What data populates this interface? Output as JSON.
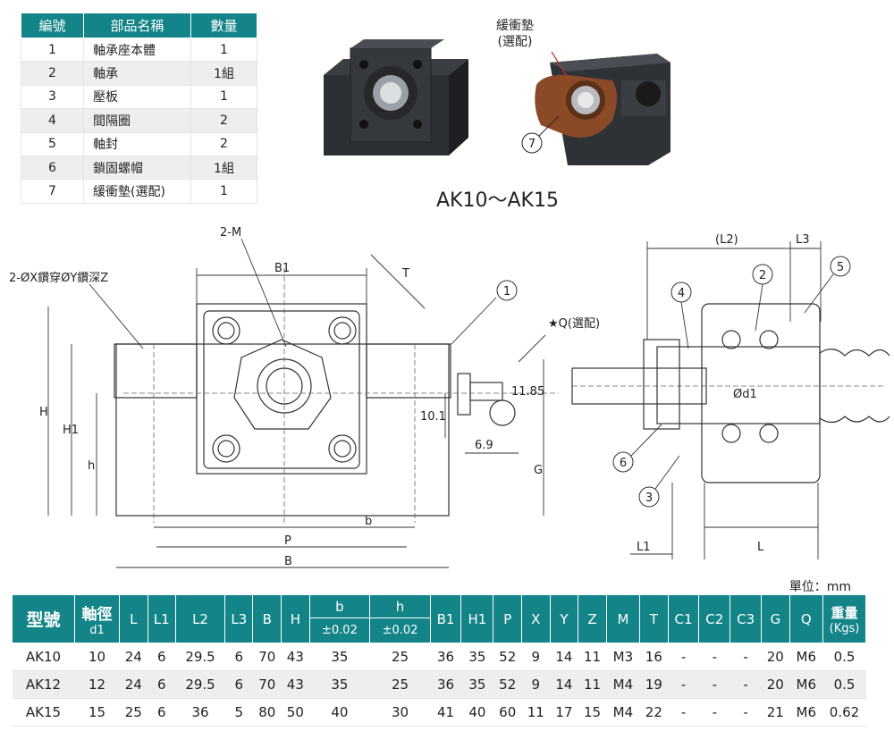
{
  "parts_table": {
    "headers": [
      "編號",
      "部品名稱",
      "數量"
    ],
    "rows": [
      {
        "no": "1",
        "name": "軸承座本體",
        "qty": "1"
      },
      {
        "no": "2",
        "name": "軸承",
        "qty": "1組"
      },
      {
        "no": "3",
        "name": "壓板",
        "qty": "1"
      },
      {
        "no": "4",
        "name": "間隔圈",
        "qty": "2"
      },
      {
        "no": "5",
        "name": "軸封",
        "qty": "2"
      },
      {
        "no": "6",
        "name": "鎖固螺帽",
        "qty": "1組"
      },
      {
        "no": "7",
        "name": "緩衝墊(選配)",
        "qty": "1"
      }
    ]
  },
  "photos": {
    "cushion_label_line1": "緩衝墊",
    "cushion_label_line2": "(選配)",
    "cushion_marker": "7",
    "model_range": "AK10～AK15"
  },
  "drawing": {
    "labels": {
      "hole_spec": "2-ØX鑽穿ØY鑽深Z",
      "screw": "2-M",
      "b1": "B1",
      "t": "T",
      "h_cap": "H",
      "h1": "H1",
      "h_low": "h",
      "b_low": "b",
      "p": "P",
      "b_cap": "B",
      "q_option": "★Q(選配)",
      "dim_1185": "11.85",
      "dim_101": "10.1",
      "dim_69": "6.9",
      "g": "G",
      "l2": "(L2)",
      "l3": "L3",
      "od1": "Ød1",
      "l1": "L1",
      "l": "L",
      "m1": "1",
      "m2": "2",
      "m3": "3",
      "m4": "4",
      "m5": "5",
      "m6": "6"
    },
    "colors": {
      "line": "#333333",
      "center": "#555555",
      "accent": "#138487"
    }
  },
  "spec_table": {
    "unit_label": "單位：mm",
    "headers": {
      "model": "型號",
      "d1_main": "軸徑",
      "d1_sub": "d1",
      "L": "L",
      "L1": "L1",
      "L2": "L2",
      "L3": "L3",
      "B": "B",
      "H": "H",
      "b": "b",
      "b_tol": "±0.02",
      "h": "h",
      "h_tol": "±0.02",
      "B1": "B1",
      "H1": "H1",
      "P": "P",
      "X": "X",
      "Y": "Y",
      "Z": "Z",
      "M": "M",
      "T": "T",
      "C1": "C1",
      "C2": "C2",
      "C3": "C3",
      "G": "G",
      "Q": "Q",
      "weight_main": "重量",
      "weight_sub": "(Kgs)"
    },
    "rows": [
      {
        "model": "AK10",
        "d1": "10",
        "L": "24",
        "L1": "6",
        "L2": "29.5",
        "L3": "6",
        "B": "70",
        "H": "43",
        "b": "35",
        "h": "25",
        "B1": "36",
        "H1": "35",
        "P": "52",
        "X": "9",
        "Y": "14",
        "Z": "11",
        "M": "M3",
        "T": "16",
        "C1": "-",
        "C2": "-",
        "C3": "-",
        "G": "20",
        "Q": "M6",
        "weight": "0.5"
      },
      {
        "model": "AK12",
        "d1": "12",
        "L": "24",
        "L1": "6",
        "L2": "29.5",
        "L3": "6",
        "B": "70",
        "H": "43",
        "b": "35",
        "h": "25",
        "B1": "36",
        "H1": "35",
        "P": "52",
        "X": "9",
        "Y": "14",
        "Z": "11",
        "M": "M4",
        "T": "19",
        "C1": "-",
        "C2": "-",
        "C3": "-",
        "G": "20",
        "Q": "M6",
        "weight": "0.5"
      },
      {
        "model": "AK15",
        "d1": "15",
        "L": "25",
        "L1": "6",
        "L2": "36",
        "L3": "5",
        "B": "80",
        "H": "50",
        "b": "40",
        "h": "30",
        "B1": "41",
        "H1": "40",
        "P": "60",
        "X": "11",
        "Y": "17",
        "Z": "15",
        "M": "M4",
        "T": "22",
        "C1": "-",
        "C2": "-",
        "C3": "-",
        "G": "21",
        "Q": "M6",
        "weight": "0.62"
      }
    ]
  }
}
